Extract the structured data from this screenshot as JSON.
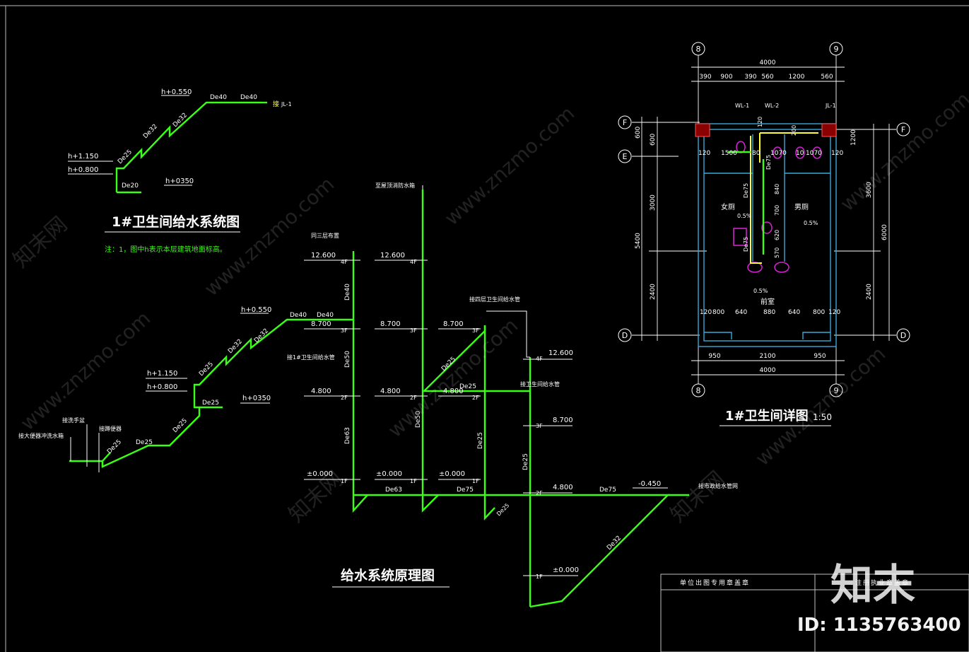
{
  "system_diagram_top": {
    "title": "1#卫生间给水系统图",
    "note": "注：1，图中h表示本层建筑地面标高。",
    "labels": {
      "h1": "h+0.550",
      "h2": "h+1.150",
      "h3": "h+0.800",
      "h4": "h+0350",
      "de40a": "De40",
      "de40b": "De40",
      "de32a": "De32",
      "de32b": "De32",
      "de25": "De25",
      "de20": "De20",
      "conn": "接",
      "jl": "JL-1"
    }
  },
  "principle_diagram": {
    "title": "给水系统原理图",
    "tank_label": "至屋顶消防水箱",
    "branch_labels": {
      "top_left": "同三层布置",
      "to_1f": "接1#卫生间给水管",
      "to_4f": "接四层卫生间给水管",
      "to_wc": "接卫生间给水管",
      "to_city": "接市政给水管网"
    },
    "elev": {
      "e12600": "12.600",
      "e8700": "8.700",
      "e4800": "4.800",
      "e0000": "±0.000",
      "em0450": "-0.450"
    },
    "floors": {
      "f4": "4F",
      "f3": "3F",
      "f2": "2F",
      "f1": "1F"
    },
    "pipes": {
      "de40": "De40",
      "de50": "De50",
      "de63": "De63",
      "de75": "De75",
      "de25": "De25",
      "de32": "De32"
    },
    "left_sys": {
      "h1": "h+0.550",
      "h2": "h+1.150",
      "h3": "h+0.800",
      "h4": "h+0350",
      "de40a": "De40",
      "de40b": "De40",
      "de32a": "De32",
      "de32b": "De32",
      "de25a": "De25",
      "de25b": "De25",
      "de25c": "De25",
      "de25d": "De25",
      "de25e": "De25",
      "lbl1": "接大便器冲洗水箱",
      "lbl2": "接洗手盆",
      "lbl3": "接蹲便器"
    }
  },
  "detail_plan": {
    "title": "1#卫生间详图",
    "scale": "1:50",
    "axes": {
      "a8": "8",
      "a9": "9",
      "aF": "F",
      "aE": "E",
      "aD": "D"
    },
    "top_dims": {
      "total": "4000",
      "d1": "390",
      "d2": "900",
      "d3": "390",
      "d4": "560",
      "d5": "1200",
      "d6": "560"
    },
    "bottom_dims": {
      "total": "4000",
      "d1": "950",
      "d2": "2100",
      "d3": "950"
    },
    "left_dims": {
      "d600a": "600",
      "d600b": "600",
      "d3000": "3000",
      "d2400": "2400",
      "d5400": "5400"
    },
    "right_dims": {
      "d1200": "1200",
      "d3600": "3600",
      "d2400": "2400",
      "d6000": "6000"
    },
    "inner_row": {
      "a": "120",
      "b": "800",
      "c": "640",
      "d": "880",
      "e": "640",
      "f": "800",
      "g": "120"
    },
    "top_row": {
      "a": "120",
      "b": "1500",
      "c": "80",
      "d": "1070",
      "e": "10",
      "f": "1070",
      "g": "120"
    },
    "rooms": {
      "women": "女厕",
      "men": "男厕",
      "front": "前室"
    },
    "slope": "0.5%",
    "misc": {
      "wl1": "WL-1",
      "wl2": "WL-2",
      "jl1": "JL-1",
      "de75": "De75",
      "m840": "840",
      "m700": "700",
      "m620": "620",
      "m570": "570",
      "m120": "120",
      "m200": "200"
    }
  },
  "title_block": {
    "cell1": "单位出图专用章盖章",
    "cell2": "注册执业章盖章"
  },
  "watermark": {
    "brand": "知末",
    "id": "ID: 1135763400",
    "site": "www.znzmo.com",
    "cn": "知末网"
  },
  "colors": {
    "pipe": "#39ff14",
    "wall": "#3aa7d8",
    "fixture": "#d020d0",
    "bg": "#000000"
  }
}
